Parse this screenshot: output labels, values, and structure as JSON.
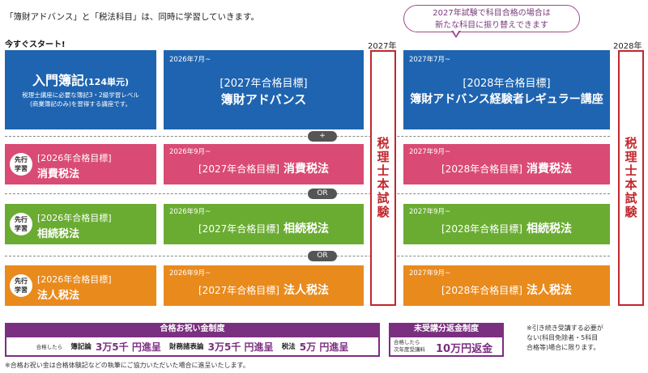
{
  "intro": "「簿財アドバンス」と「税法科目」は、同時に学習していきます。",
  "callout": {
    "line1": "2027年試験で科目合格の場合は",
    "line2": "新たな科目に振り替えできます"
  },
  "years": {
    "y2027": "2027年",
    "y2028": "2028年"
  },
  "start_label": "今すぐスタート!",
  "row1": {
    "intro_title": "入門簿記",
    "intro_units": "(124単元)",
    "intro_desc1": "税理士講座に必要な簿記3・2級学習レベル",
    "intro_desc2": "(商業簿記のみ)を習得する講座です。",
    "c2026_date": "2026年7月~",
    "c2026_target": "[2027年合格目標]",
    "c2026_name": "簿財アドバンス",
    "c2027_date": "2027年7月~",
    "c2027_target": "[2028年合格目標]",
    "c2027_name": "簿財アドバンス経験者レギュラー講座"
  },
  "separators": {
    "plus": "+",
    "or1": "OR",
    "or2": "OR"
  },
  "badge": {
    "l1": "先行",
    "l2": "学習"
  },
  "rows": [
    {
      "early_target": "[2026年合格目標]",
      "subject": "消費税法",
      "date1": "2026年9月~",
      "target1": "[2027年合格目標]",
      "date2": "2027年9月~",
      "target2": "[2028年合格目標]"
    },
    {
      "early_target": "[2026年合格目標]",
      "subject": "相続税法",
      "date1": "2026年9月~",
      "target1": "[2027年合格目標]",
      "date2": "2027年9月~",
      "target2": "[2028年合格目標]"
    },
    {
      "early_target": "[2026年合格目標]",
      "subject": "法人税法",
      "date1": "2026年9月~",
      "target1": "[2027年合格目標]",
      "date2": "2027年9月~",
      "target2": "[2028年合格目標]"
    }
  ],
  "exam_label": "税理士本試験",
  "reward": {
    "title": "合格お祝い金制度",
    "prefix": "合格したら",
    "s1": "簿記論",
    "a1": "3万5千 円進呈",
    "s2": "財務諸表論",
    "a2": "3万5千 円進呈",
    "s3": "税法",
    "a3": "5万 円進呈"
  },
  "refund": {
    "title": "未受講分返金制度",
    "p1": "合格したら",
    "p2": "次年度受講料",
    "amount": "10万円返金"
  },
  "refund_note": {
    "l1": "※引き続き受講する必要が",
    "l2": "ない(科目免除者・5科目",
    "l3": "合格等)場合に限ります。"
  },
  "footnote": "※合格お祝い金は合格体験記などの執筆にご協力いただいた場合に進呈いたします。"
}
